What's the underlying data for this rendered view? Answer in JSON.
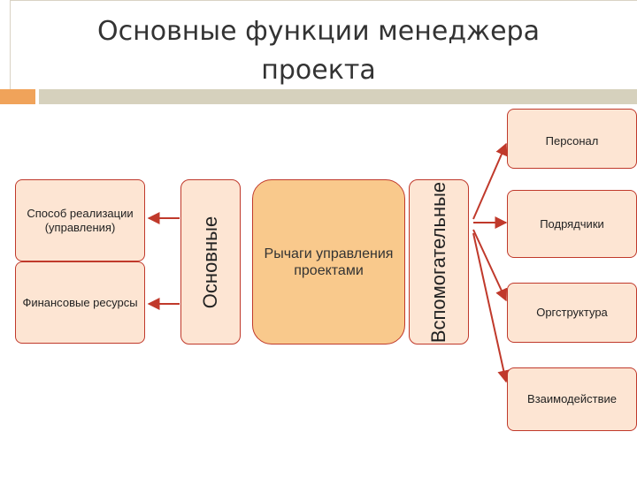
{
  "title": "Основные функции менеджера проекта",
  "center": "Рычаги управления проектами",
  "left_label": "Основные",
  "right_label": "Вспомогательные",
  "left_items": [
    "Способ реализации (управления)",
    "Финансовые ресурсы"
  ],
  "right_items": [
    "Персонал",
    "Подрядчики",
    "Оргструктура",
    "Взаимодействие"
  ],
  "colors": {
    "box_fill": "#fde5d3",
    "center_fill": "#f9c98c",
    "border": "#c0392b",
    "accent": "#f0a35a"
  }
}
